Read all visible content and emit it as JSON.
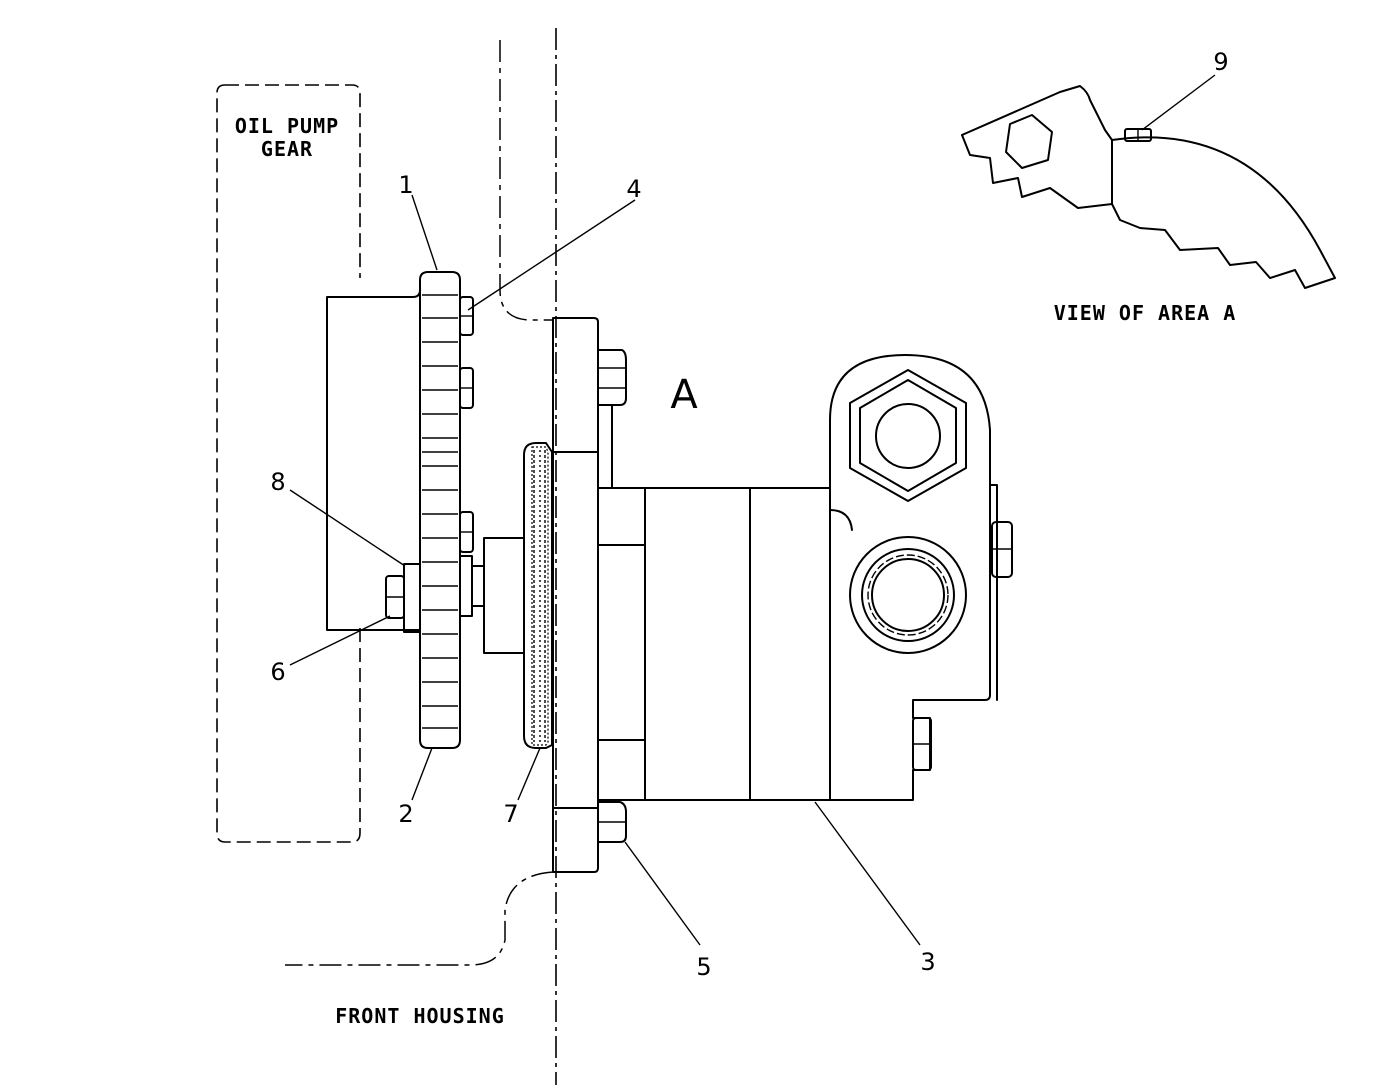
{
  "labels": {
    "oil_pump_gear_line1": "OIL PUMP",
    "oil_pump_gear_line2": "GEAR",
    "front_housing": "FRONT HOUSING",
    "view_of_area": "VIEW OF AREA A",
    "area_marker": "A"
  },
  "callouts": {
    "c1": "1",
    "c2": "2",
    "c3": "3",
    "c4": "4",
    "c5": "5",
    "c6": "6",
    "c7": "7",
    "c8": "8",
    "c9": "9"
  }
}
